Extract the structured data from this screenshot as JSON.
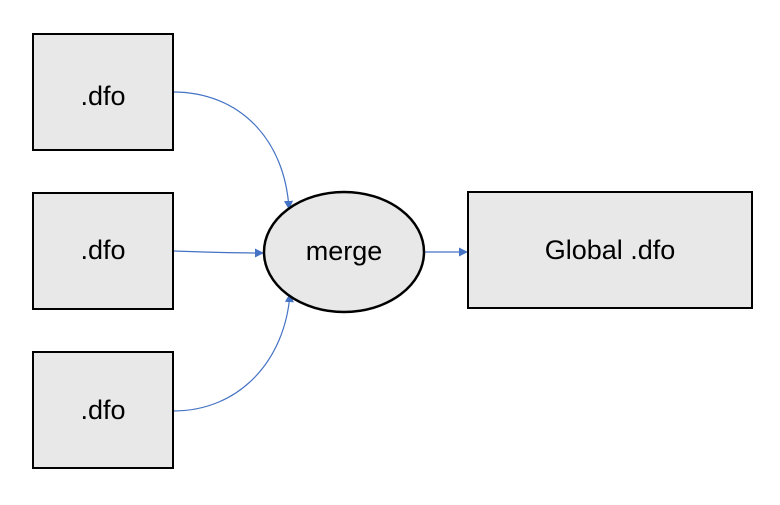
{
  "diagram": {
    "source_label": ".dfo",
    "merge_label": "merge",
    "output_label": "Global .dfo"
  },
  "colors": {
    "node_fill": "#e8e8e8",
    "node_stroke": "#000000",
    "edge": "#4472c4"
  }
}
